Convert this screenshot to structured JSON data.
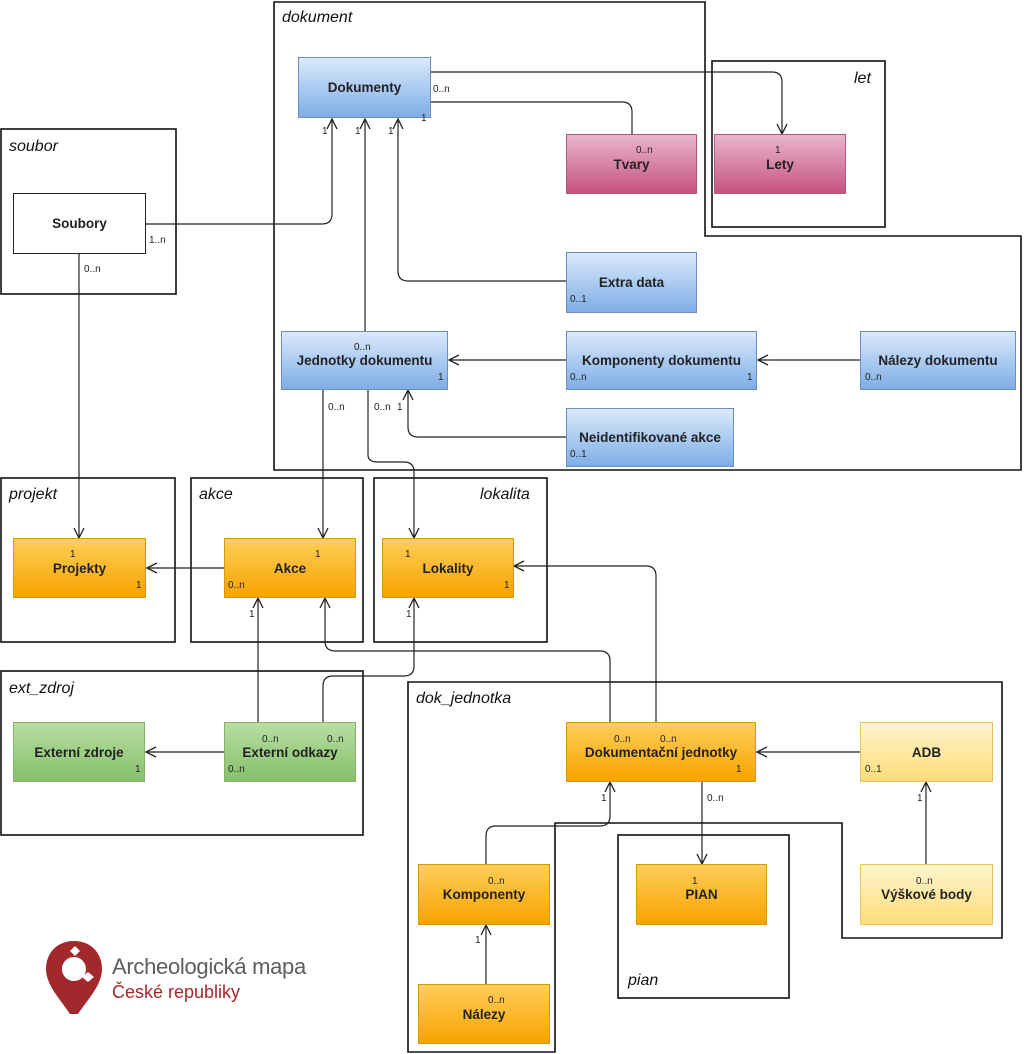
{
  "packages": {
    "dokument": "dokument",
    "let": "let",
    "soubor": "soubor",
    "projekt": "projekt",
    "akce": "akce",
    "lokalita": "lokalita",
    "ext_zdroj": "ext_zdroj",
    "dok_jednotka": "dok_jednotka",
    "pian": "pian"
  },
  "entities": {
    "dokumenty": "Dokumenty",
    "tvary": "Tvary",
    "lety": "Lety",
    "soubory": "Soubory",
    "extra_data": "Extra data",
    "jednotky_dokumentu": "Jednotky dokumentu",
    "komponenty_dokumentu": "Komponenty dokumentu",
    "nalezy_dokumentu": "Nálezy dokumentu",
    "neidentifikovane_akce": "Neidentifikované akce",
    "projekty": "Projekty",
    "akce": "Akce",
    "lokality": "Lokality",
    "externi_zdroje": "Externí zdroje",
    "externi_odkazy": "Externí odkazy",
    "dokumentacni_jednotky": "Dokumentační jednotky",
    "adb": "ADB",
    "komponenty": "Komponenty",
    "pian": "PIAN",
    "vyskove_body": "Výškové body",
    "nalezy": "Nálezy"
  },
  "multiplicities": {
    "dok_0n": "0..n",
    "dok_1_right": "1",
    "dok_1_a": "1",
    "dok_1_b": "1",
    "dok_1_c": "1",
    "tvary_0n": "0..n",
    "lety_1": "1",
    "soubory_1n": "1..n",
    "soubory_0n": "0..n",
    "extra_01": "0..1",
    "jd_0n_top": "0..n",
    "jd_1": "1",
    "jd_0n_a": "0..n",
    "jd_0n_b": "0..n",
    "jd_1_bottom": "1",
    "kd_0n": "0..n",
    "kd_1": "1",
    "nd_0n": "0..n",
    "na_01": "0..1",
    "proj_1_top": "1",
    "proj_1_right": "1",
    "akce_1": "1",
    "akce_0n": "0..n",
    "akce_1_bottom": "1",
    "lok_1_top": "1",
    "lok_1_right": "1",
    "lok_1_bottom": "1",
    "ez_1": "1",
    "eo_0n_a": "0..n",
    "eo_0n_b": "0..n",
    "eo_0n_c": "0..n",
    "dj_0n_a": "0..n",
    "dj_0n_b": "0..n",
    "dj_1": "1",
    "dj_1_bottom": "1",
    "dj_0n_bottom": "0..n",
    "adb_01": "0..1",
    "adb_1": "1",
    "komp_0n": "0..n",
    "komp_1": "1",
    "pian_1": "1",
    "vb_0n": "0..n",
    "nalezy_0n": "0..n"
  },
  "logo": {
    "line1": "Archeologická mapa",
    "line2": "České republiky"
  },
  "colors": {
    "blue": "#7eaee6",
    "pink": "#c6537f",
    "orange": "#f6a300",
    "green": "#86c06a",
    "light_yellow": "#fddd7a",
    "logo_red": "#a3282b",
    "logo_gray": "#5d5d5d"
  }
}
